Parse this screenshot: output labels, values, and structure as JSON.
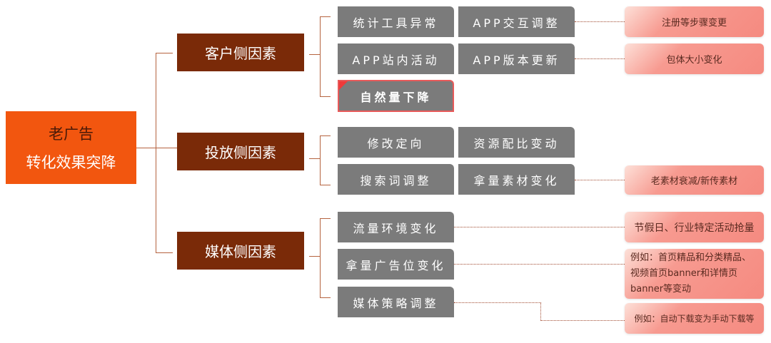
{
  "root": {
    "line1": "老广告",
    "line2": "转化效果突降"
  },
  "categories": [
    {
      "label": "客户侧因素",
      "items": [
        "统计工具异常",
        "APP交互调整",
        "APP站内活动",
        "APP版本更新",
        "自然量下降"
      ]
    },
    {
      "label": "投放侧因素",
      "items": [
        "修改定向",
        "资源配比变动",
        "搜索词调整",
        "拿量素材变化"
      ]
    },
    {
      "label": "媒体侧因素",
      "items": [
        "流量环境变化",
        "拿量广告位变化",
        "媒体策略调整"
      ]
    }
  ],
  "notes": [
    "注册等步骤变更",
    "包体大小变化",
    "老素材衰减/新传素材",
    "节假日、行业特定活动抢量",
    "例如：首页精品和分类精品、视频首页banner和详情页banner等变动",
    "例如：自动下载变为手动下载等"
  ],
  "colors": {
    "root": "#f2560f",
    "category": "#7a2a08",
    "item": "#7b7b7b",
    "note": "#f58a80"
  }
}
